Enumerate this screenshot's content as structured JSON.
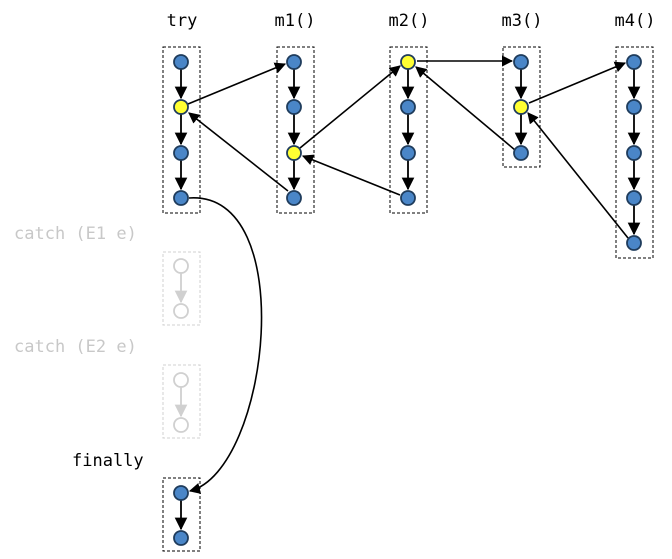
{
  "labels": {
    "try": "try",
    "m1": "m1()",
    "m2": "m2()",
    "m3": "m3()",
    "m4": "m4()",
    "catch1": "catch (E1 e)",
    "catch2": "catch (E2 e)",
    "finally": "finally"
  },
  "colors": {
    "node_fill": "#4a86c8",
    "node_stroke": "#1f3c5c",
    "highlight_fill": "#ffff33",
    "edge": "#000000",
    "inactive": "#d0d0d0",
    "inactive_text": "#c8c8c8",
    "box_dash": "#000000"
  }
}
